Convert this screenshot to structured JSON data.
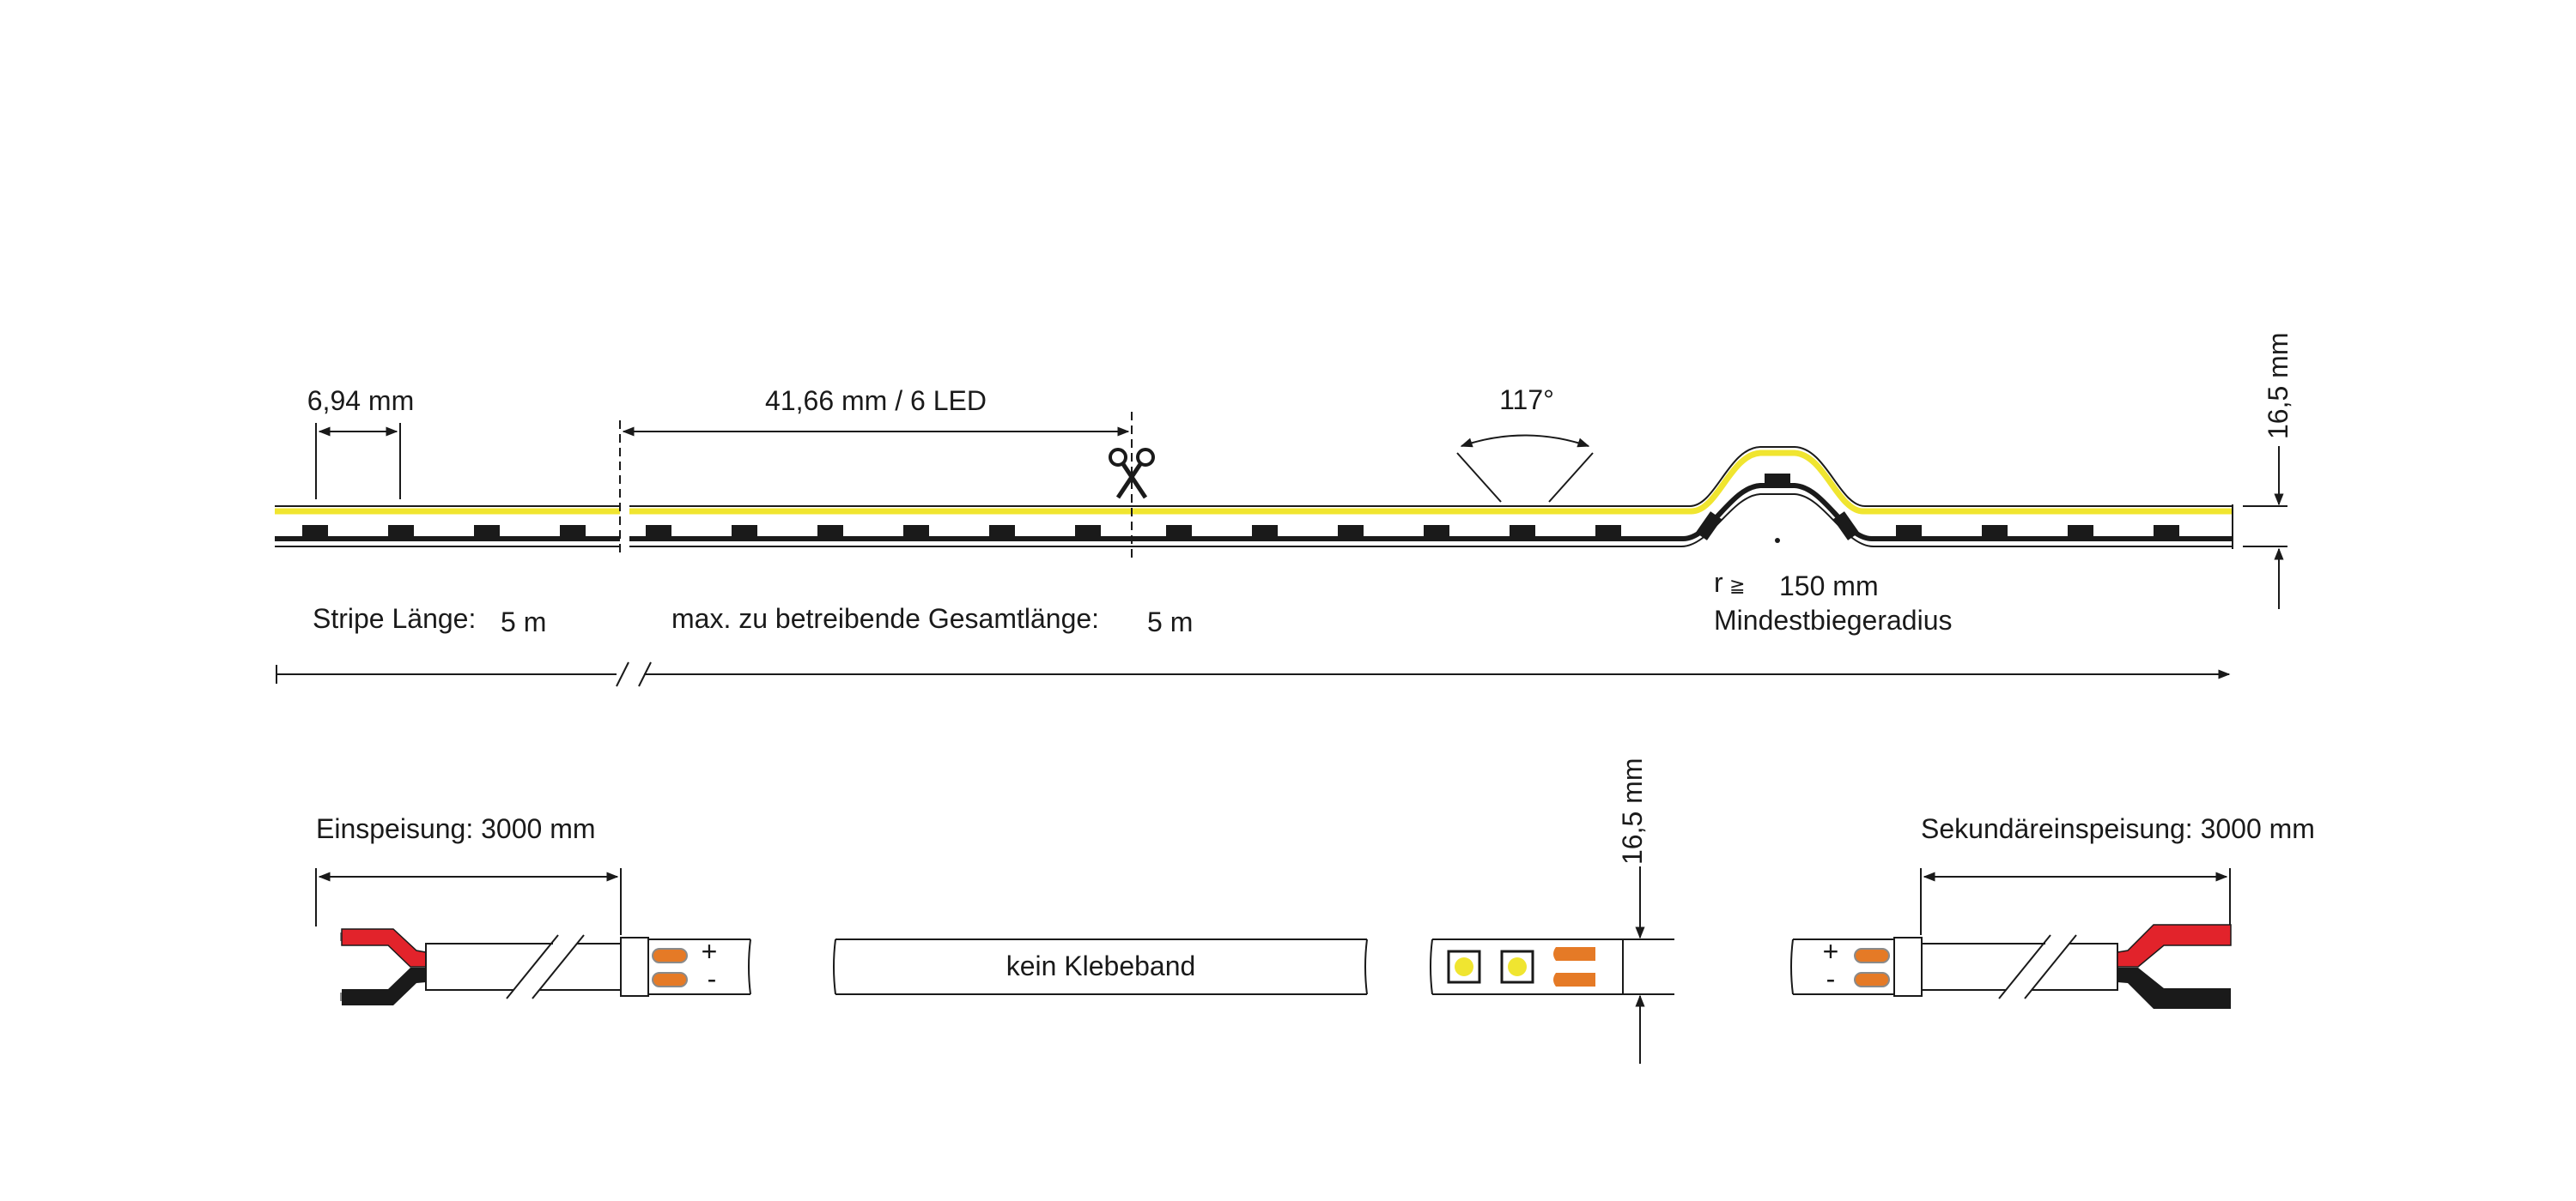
{
  "top": {
    "led_pitch": "6,94 mm",
    "cut_segment": "41,66 mm / 6 LED",
    "beam_angle": "117°",
    "strip_height": "16,5 mm",
    "radius_symbol": "r",
    "radius_relation": "≧",
    "radius_value": "150 mm",
    "radius_caption": "Mindestbiegeradius",
    "stripe_length_label": "Stripe Länge:",
    "stripe_length_value": "5 m",
    "max_length_label": "max. zu betreibende Gesamtlänge:",
    "max_length_value": "5 m"
  },
  "bottom": {
    "feed_label": "Einspeisung: 3000 mm",
    "no_tape_label": "kein Klebeband",
    "strip_height": "16,5 mm",
    "secondary_feed_label": "Sekundäreinspeisung: 3000 mm",
    "plus": "+",
    "minus": "-"
  },
  "colors": {
    "led_yellow": "#f0e530",
    "wire_red": "#e2232b",
    "wire_black": "#1a1a1a",
    "contact_orange": "#e57a26",
    "wire_grey": "#8a8a8a"
  }
}
